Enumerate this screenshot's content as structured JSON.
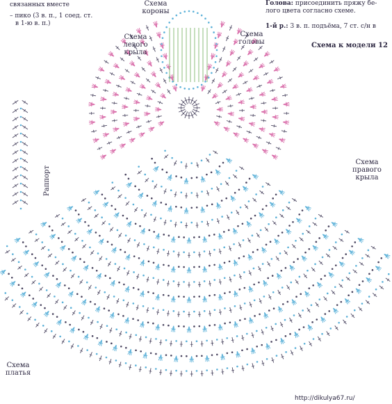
{
  "legend": {
    "line1": "связанных вместе",
    "line2": "– пико (3 в. п., 1 соед. ст.",
    "line3": "в 1-ю в. п.)"
  },
  "labels": {
    "crown": "Схема короны",
    "left_wing": "Схема левого крыла",
    "head": "Схема головы",
    "right_wing": "Схема правого крыла",
    "dress": "Схема платья",
    "rapport": "Раппорт",
    "model": "Схема к модели 12"
  },
  "instructions": {
    "head_bold": "Голова:",
    "head_text": "присоединить пряжу бе-лого цвета согласно схеме.",
    "row1_bold": "1-й р.:",
    "row1_text": "3 в. п. подъёма, 7 ст. с/н в"
  },
  "watermark": "http://dikulya67.ru/",
  "colors": {
    "dress_blue": "#5ab0d8",
    "wing_pink": "#d86aa8",
    "stitch_dark": "#4a4560",
    "crown_green": "#6fae5a",
    "background": "#ffffff"
  }
}
